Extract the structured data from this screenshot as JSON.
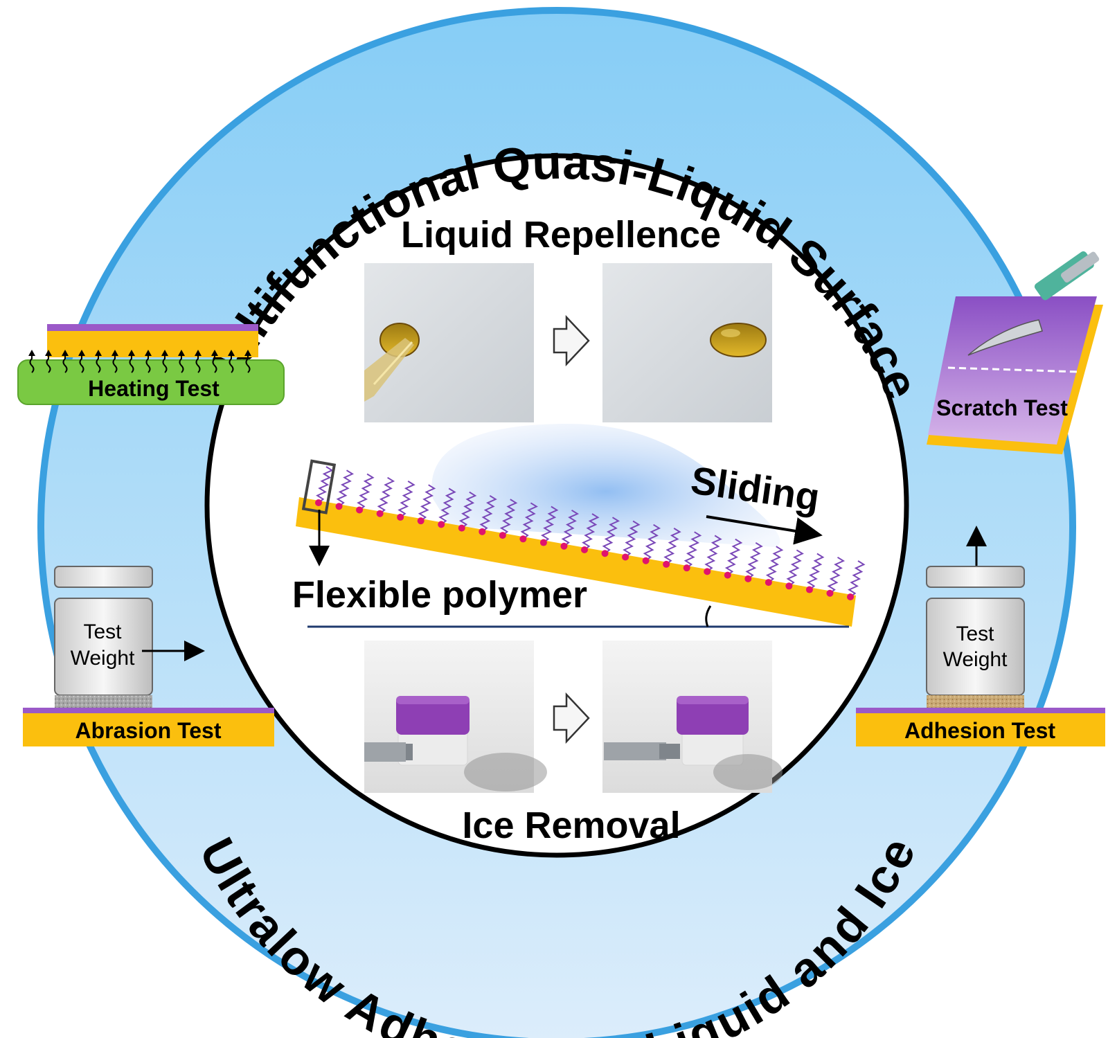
{
  "outer_ring": {
    "top_title": "Multifunctional Quasi-Liquid Surface",
    "bottom_title": "Ultralow Adhesion to Liquid and Ice"
  },
  "center": {
    "liquid_repellence": "Liquid Repellence",
    "sliding": "Sliding",
    "flexible_polymer": "Flexible polymer",
    "ice_removal": "Ice Removal"
  },
  "tests": {
    "heating": "Heating Test",
    "scratch": "Scratch Test",
    "abrasion": "Abrasion Test",
    "adhesion": "Adhesion Test",
    "weight_line1": "Test",
    "weight_line2": "Weight"
  },
  "colors": {
    "ring_blue": "#3aa0e0",
    "ring_fill_top": "#8ccff5",
    "ring_fill_bottom": "#d8edfb",
    "substrate_yellow": "#fbbf0e",
    "coating_purple": "#9b59c8",
    "heating_green": "#7ac943",
    "polymer_dot": "#e0136d"
  }
}
